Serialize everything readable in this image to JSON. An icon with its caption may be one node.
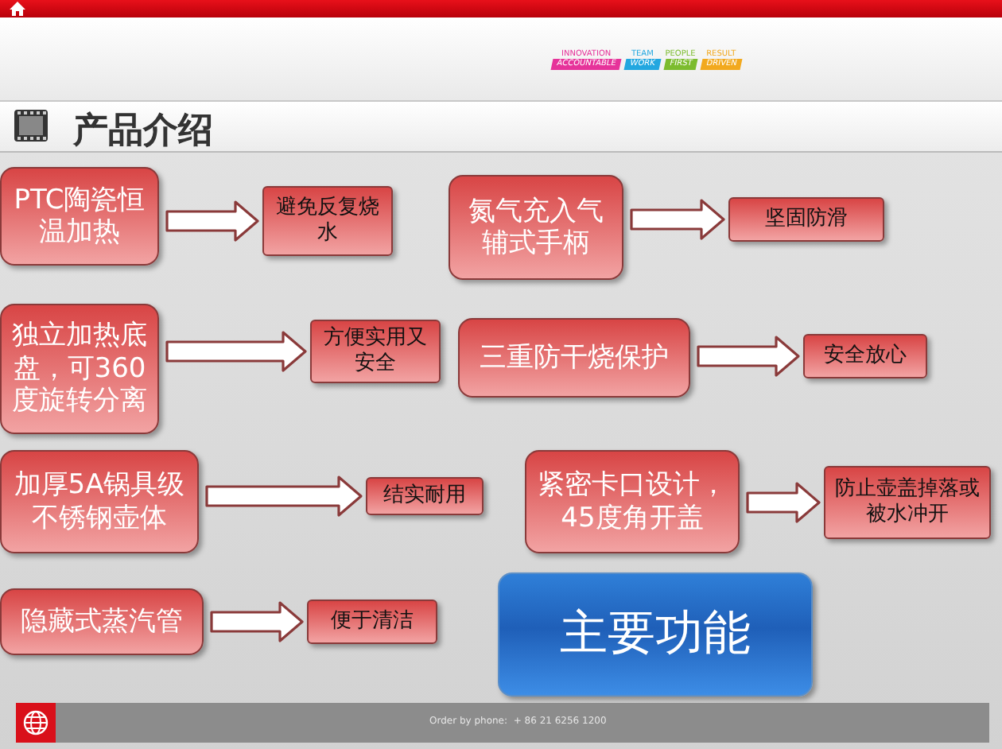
{
  "diagram": {
    "title": "产品介绍",
    "nodes": [
      {
        "text": [
          "PTC陶瓷恒温加热"
        ]
      },
      {
        "text": [
          "避免反复烧水"
        ]
      },
      {
        "text": [
          "氮气充入气辅式手柄"
        ]
      },
      {
        "text": [
          "坚固防滑"
        ]
      },
      {
        "text": [
          "独立加热底盘，可360度旋转分离"
        ]
      },
      {
        "text": [
          "方便实用又安全"
        ]
      },
      {
        "text": [
          "三重防干烧保护"
        ]
      },
      {
        "text": [
          "安全放心"
        ]
      },
      {
        "text": [
          "加厚5A锅具级不锈钢壶体"
        ]
      },
      {
        "text": [
          "结实耐用"
        ]
      },
      {
        "text": [
          "紧密卡口设计，45度角开盖"
        ]
      },
      {
        "text": [
          "防止壶盖掉落或被水冲开"
        ]
      },
      {
        "text": [
          "隐藏式蒸汽管"
        ]
      },
      {
        "text": [
          "便于清洁"
        ]
      },
      {
        "text": [
          "主要功能"
        ]
      }
    ],
    "edges": [
      {
        "from": 0,
        "to": 1,
        "arrow": "to"
      },
      {
        "from": 2,
        "to": 3,
        "arrow": "to"
      },
      {
        "from": 4,
        "to": 5,
        "arrow": "to"
      },
      {
        "from": 6,
        "to": 7,
        "arrow": "to"
      },
      {
        "from": 8,
        "to": 9,
        "arrow": "to"
      },
      {
        "from": 10,
        "to": 11,
        "arrow": "to"
      },
      {
        "from": 12,
        "to": 13,
        "arrow": "to"
      }
    ],
    "labels": [
      "INNOVATION",
      "ACCOUNTABLE",
      "TEAM",
      "WORK",
      "PEOPLE",
      "FIRST",
      "RESULT",
      "DRIVEN",
      "Order by phone:  + 86 21 6256 1200"
    ]
  }
}
